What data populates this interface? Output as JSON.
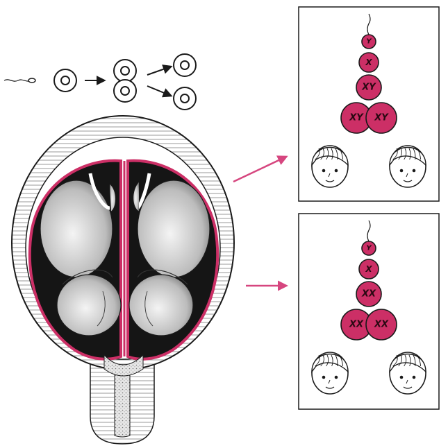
{
  "colors": {
    "magenta": "#cc2f66",
    "ink": "#1a1a1a",
    "paper": "#ffffff",
    "cavity": "#151515",
    "arrow_pink": "#d6467f"
  },
  "icons": {
    "sperm": "sperm-icon",
    "zygote": "zygote-cell-icon",
    "dividing": "dividing-cell-icon",
    "fetus": "fetus-icon",
    "face": "child-face-icon"
  },
  "panels": [
    {
      "id": "boys",
      "chromosomes": {
        "sperm": "Y",
        "egg": "X",
        "zygote": "XY",
        "cell_left": "XY",
        "cell_right": "XY"
      }
    },
    {
      "id": "girls",
      "chromosomes": {
        "sperm": "Y",
        "egg": "X",
        "zygote": "XX",
        "cell_left": "XX",
        "cell_right": "XX"
      }
    }
  ]
}
